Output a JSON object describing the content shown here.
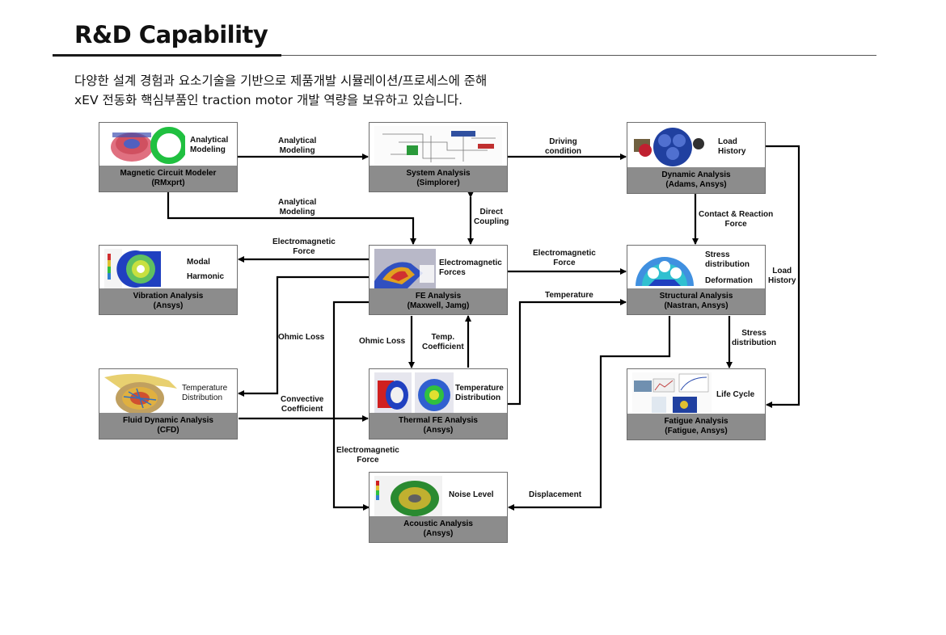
{
  "header": {
    "title": "R&D Capability",
    "intro_line1": "다양한 설계 경험과 요소기술을 기반으로 제품개발 시뮬레이션/프로세스에 준해",
    "intro_line2": "xEV 전동화 핵심부품인 traction motor 개발 역량을 보유하고 있습니다."
  },
  "nodes": {
    "magnetic": {
      "desc": [
        "Analytical",
        "Modeling"
      ],
      "caption": [
        "Magnetic Circuit Modeler",
        "(RMxprt)"
      ]
    },
    "system": {
      "caption": [
        "System Analysis",
        "(Simplorer)"
      ]
    },
    "dynamic": {
      "desc": [
        "Load",
        "History"
      ],
      "caption": [
        "Dynamic  Analysis",
        "(Adams, Ansys)"
      ]
    },
    "vibration": {
      "desc": [
        "Modal",
        "Harmonic"
      ],
      "caption": [
        "Vibration Analysis",
        "(Ansys)"
      ]
    },
    "fe": {
      "desc": [
        "Electromagnetic",
        "Forces"
      ],
      "caption": [
        "FE  Analysis",
        "(Maxwell, Jamg)"
      ]
    },
    "structural": {
      "desc": [
        "Stress",
        "distribution",
        "Deformation"
      ],
      "caption": [
        "Structural Analysis",
        "(Nastran, Ansys)"
      ]
    },
    "fluid": {
      "desc": [
        "Temperature",
        "Distribution"
      ],
      "caption": [
        "Fluid Dynamic Analysis",
        "(CFD)"
      ]
    },
    "thermal": {
      "desc": [
        "Temperature",
        "Distribution"
      ],
      "caption": [
        "Thermal FE Analysis",
        "(Ansys)"
      ]
    },
    "fatigue": {
      "desc": [
        "Life Cycle"
      ],
      "caption": [
        "Fatigue Analysis",
        "(Fatigue,  Ansys)"
      ]
    },
    "acoustic": {
      "desc": [
        "Noise Level"
      ],
      "caption": [
        "Acoustic Analysis",
        "(Ansys)"
      ]
    }
  },
  "edge_labels": {
    "mag_to_sys": [
      "Analytical",
      "Modeling"
    ],
    "sys_to_dyn": [
      "Driving",
      "condition"
    ],
    "mag_to_fe": [
      "Analytical",
      "Modeling"
    ],
    "direct": [
      "Direct",
      "Coupling"
    ],
    "contact": [
      "Contact & Reaction",
      "Force"
    ],
    "em_force_vib": [
      "Electromagnetic",
      "Force"
    ],
    "em_force_struct": [
      "Electromagnetic",
      "Force"
    ],
    "load_history": [
      "Load",
      "History"
    ],
    "temperature": [
      "Temperature"
    ],
    "ohmic_left": [
      "Ohmic Loss"
    ],
    "ohmic_mid": [
      "Ohmic Loss"
    ],
    "temp_coeff": [
      "Temp.",
      "Coefficient"
    ],
    "stress": [
      "Stress",
      "distribution"
    ],
    "convective": [
      "Convective",
      "Coefficient"
    ],
    "em_force_acoustic": [
      "Electromagnetic",
      "Force"
    ],
    "displacement": [
      "Displacement"
    ]
  }
}
